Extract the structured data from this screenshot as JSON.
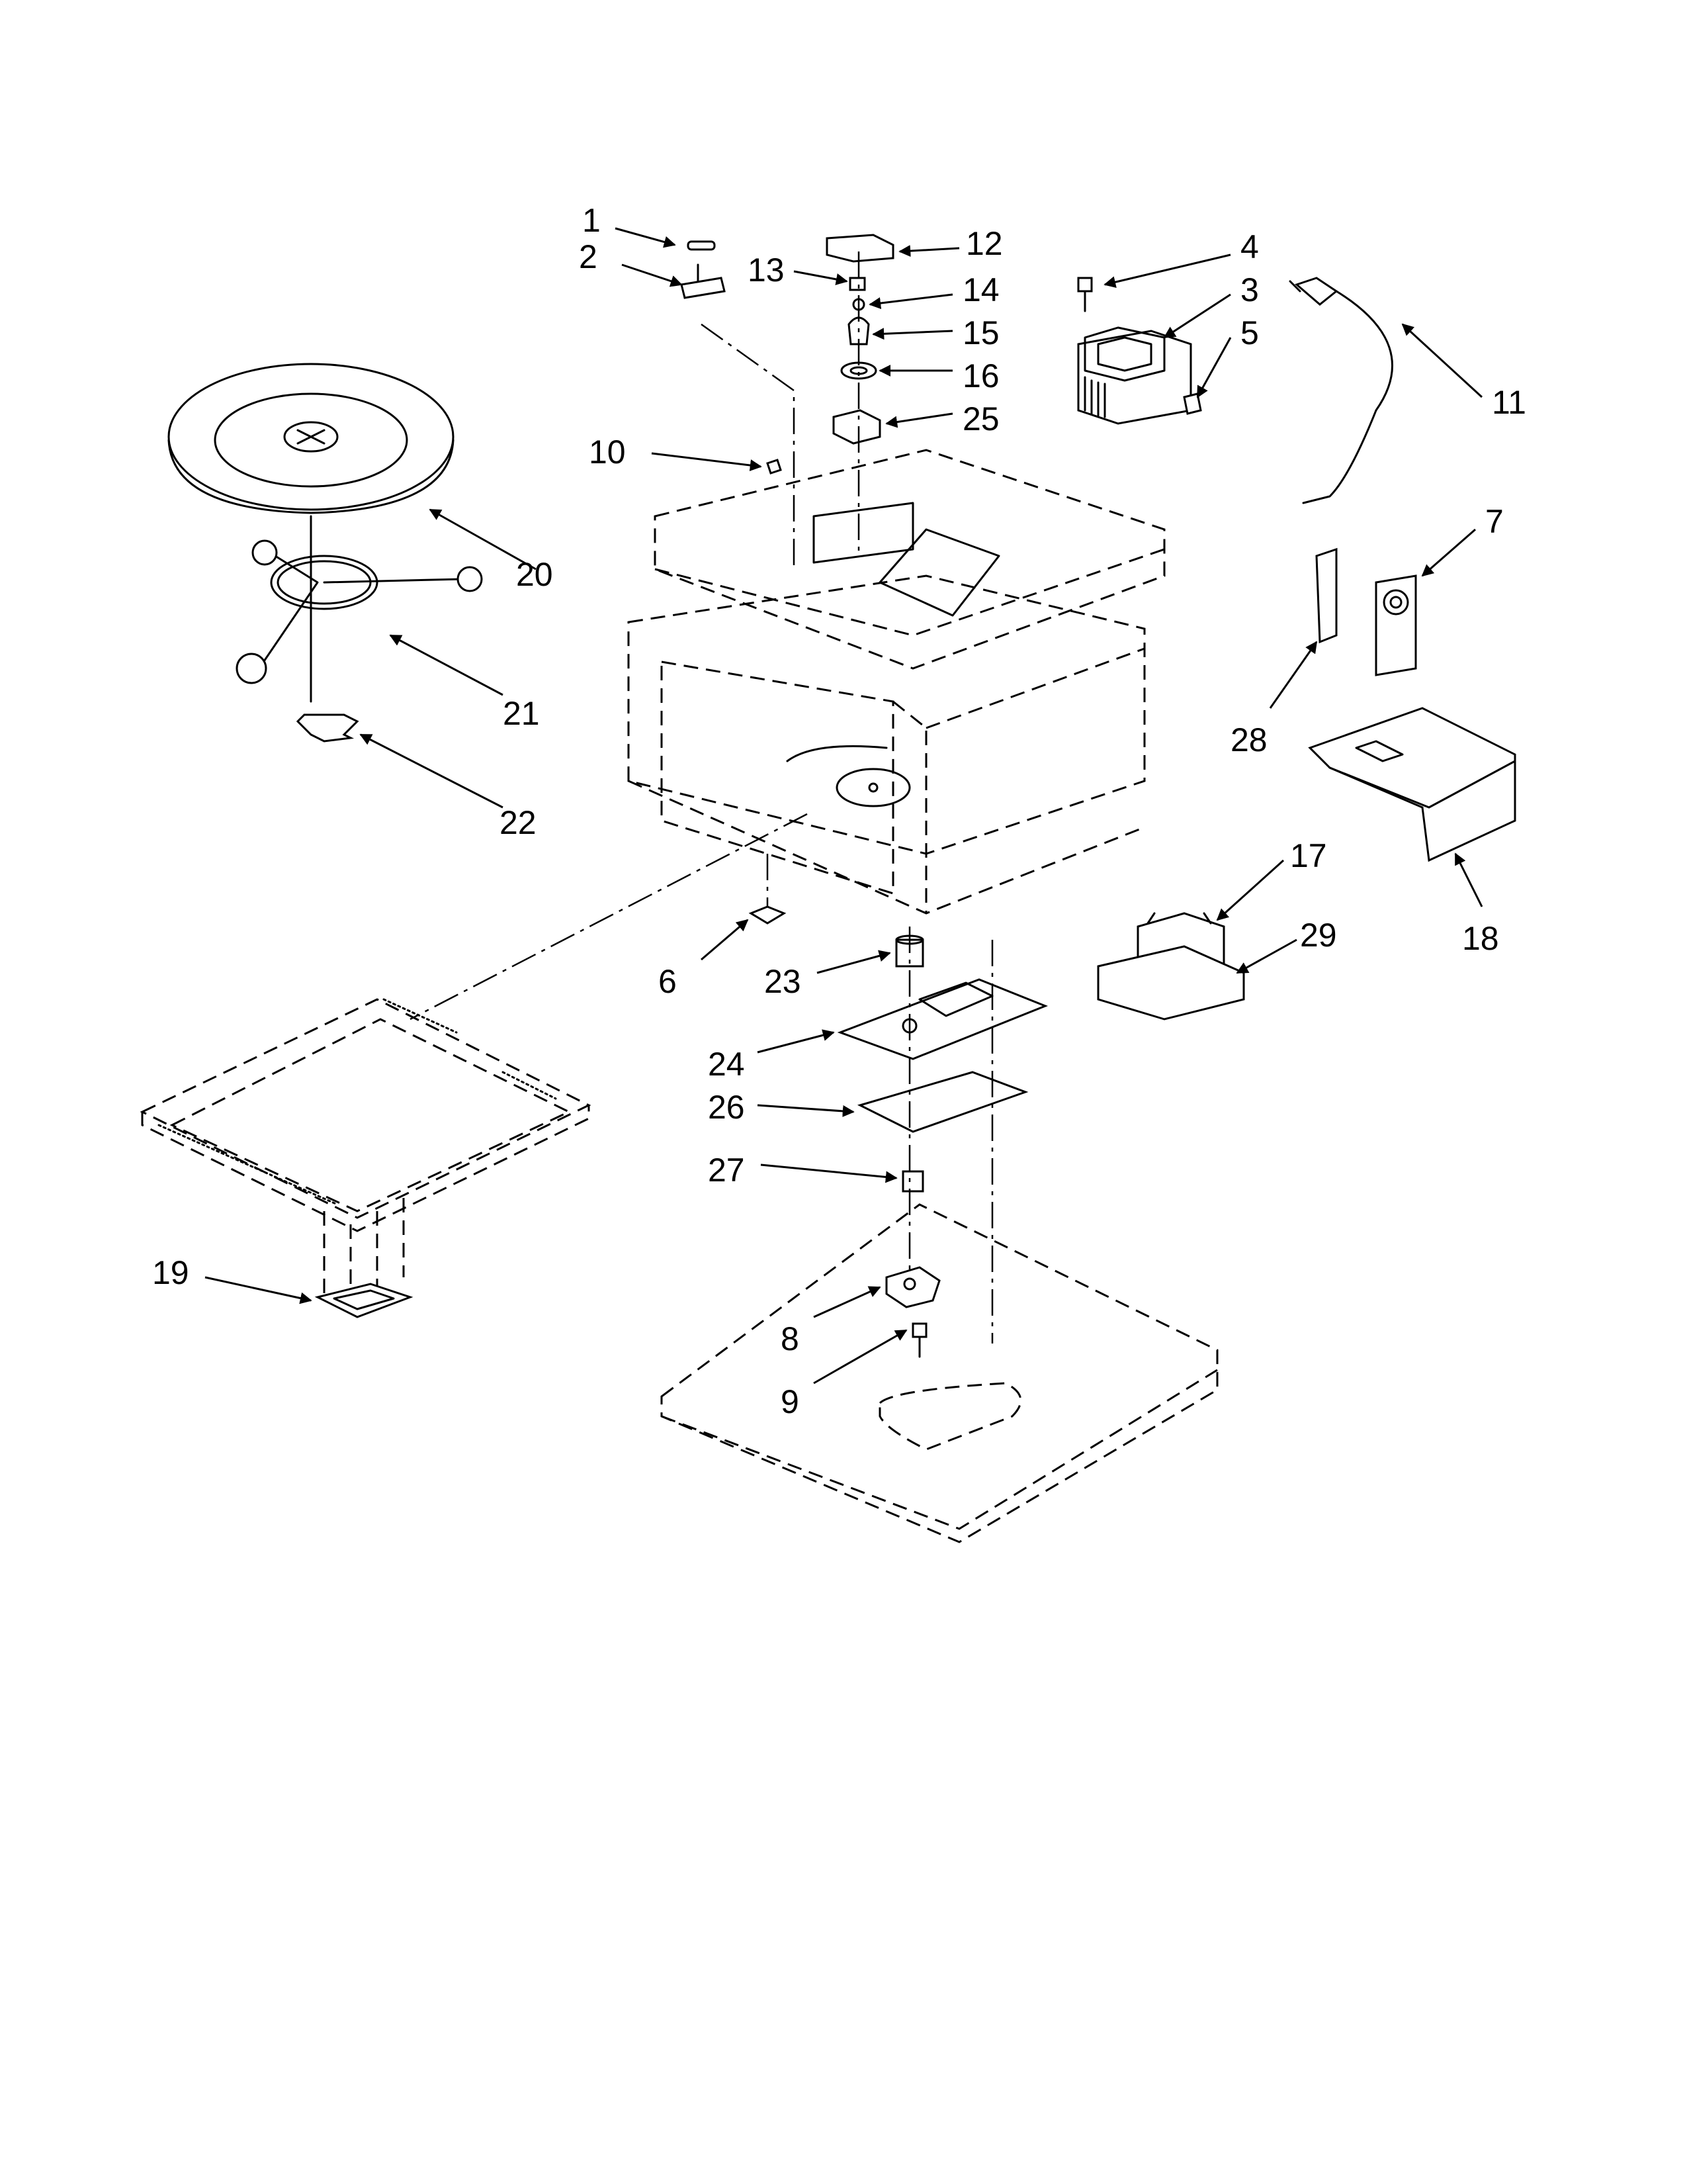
{
  "diagram": {
    "part_labels": [
      "1",
      "2",
      "3",
      "4",
      "5",
      "6",
      "7",
      "8",
      "9",
      "10",
      "11",
      "12",
      "13",
      "14",
      "15",
      "16",
      "17",
      "18",
      "19",
      "20",
      "21",
      "22",
      "23",
      "24",
      "25",
      "26",
      "27",
      "28",
      "29"
    ]
  }
}
